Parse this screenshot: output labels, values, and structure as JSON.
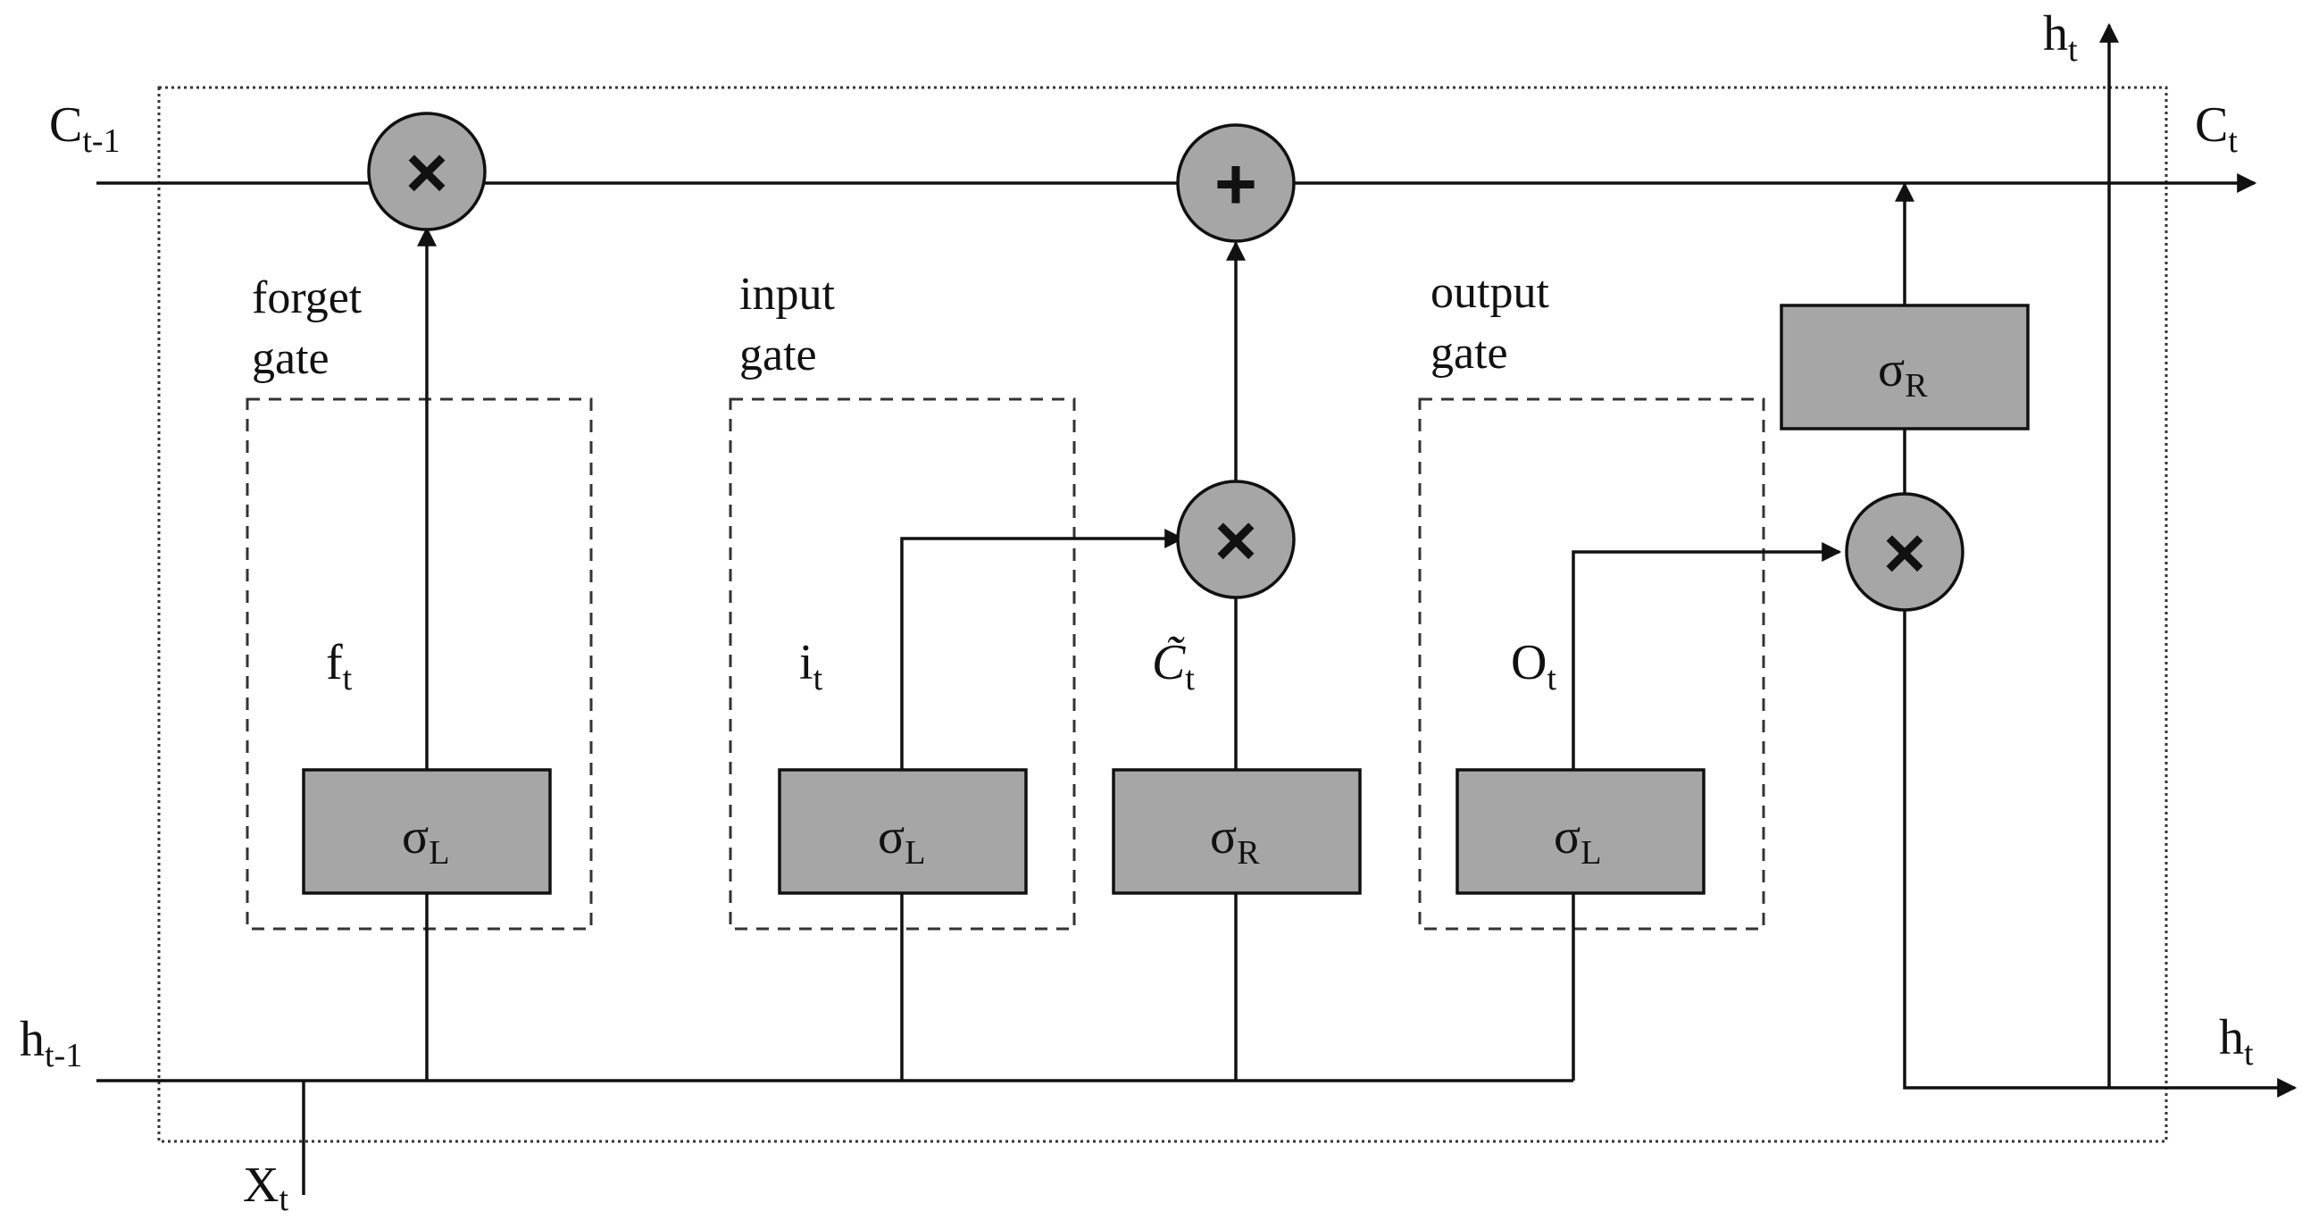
{
  "labels": {
    "c_prev": {
      "main": "C",
      "sub": "t-1"
    },
    "c_next": {
      "main": "C",
      "sub": "t"
    },
    "h_prev": {
      "main": "h",
      "sub": "t-1"
    },
    "h_out_right": {
      "main": "h",
      "sub": "t"
    },
    "h_out_top": {
      "main": "h",
      "sub": "t"
    },
    "x_in": {
      "main": "X",
      "sub": "t"
    },
    "f_t": {
      "main": "f",
      "sub": "t"
    },
    "i_t": {
      "main": "i",
      "sub": "t"
    },
    "c_tilde": {
      "main": "C̃",
      "sub": "t"
    },
    "o_t": {
      "main": "O",
      "sub": "t"
    }
  },
  "gates": {
    "forget": {
      "line1": "forget",
      "line2": "gate"
    },
    "input": {
      "line1": "input",
      "line2": "gate"
    },
    "output": {
      "line1": "output",
      "line2": "gate"
    }
  },
  "blocks": {
    "forget_sigma": {
      "main": "σ",
      "sub": "L"
    },
    "input_sigma": {
      "main": "σ",
      "sub": "L"
    },
    "candidate_sigma": {
      "main": "σ",
      "sub": "R"
    },
    "output_sigma": {
      "main": "σ",
      "sub": "L"
    },
    "cell_sigma": {
      "main": "σ",
      "sub": "R"
    }
  },
  "operators": {
    "forget_multiply": "×",
    "cell_add": "+",
    "input_multiply": "×",
    "output_multiply": "×"
  },
  "colors": {
    "line": "#111111",
    "block_fill": "#a6a6a6",
    "circle_fill": "#a6a6a6",
    "dashed": "#333333"
  }
}
